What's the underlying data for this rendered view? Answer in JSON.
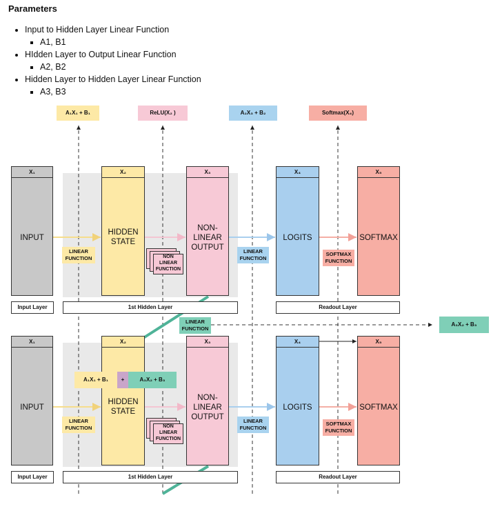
{
  "title": "Parameters",
  "params": [
    {
      "label": "Input to Hidden Layer Linear Function",
      "sub": "A1, B1"
    },
    {
      "label": "HIdden Layer to Output Linear Function",
      "sub": "A2, B2"
    },
    {
      "label": "Hidden Layer to Hidden Layer Linear Function",
      "sub": "A3, B3"
    }
  ],
  "top_boxes": {
    "a1": "A₁X₁ + B₁",
    "relu": "ReLU(X₂ )",
    "a2": "A₂X₃ + B₂",
    "softmax": "Softmax(X₄)"
  },
  "columns": {
    "x1": "X₁",
    "x2": "X₂",
    "x3": "X₃",
    "x4": "X₄",
    "x5": "X₅",
    "input": "INPUT",
    "hidden": "HIDDEN\nSTATE",
    "nonlinear": "NON-\nLINEAR\nOUTPUT",
    "logits": "LOGITS",
    "softmax": "SOFTMAX"
  },
  "tags": {
    "linear": "LINEAR\nFUNCTION",
    "softmax_fn": "SOFTMAX\nFUNCTION",
    "non_linear": "NON\nLINEAR\nFUNCTION"
  },
  "layers": {
    "input": "Input Layer",
    "hidden": "1st Hidden Layer",
    "readout": "Readout Layer"
  },
  "bottom": {
    "a1_term": "A₁X₁ + B₁",
    "plus": "+",
    "a3_term": "A₃X₂ + B₃"
  },
  "side_box": "A₃X₂ + B₃",
  "colors": {
    "input": "#c8c8c8",
    "hidden": "#fde9a6",
    "nonlinear": "#f7c9d6",
    "logits": "#a9cfee",
    "softmax": "#f7aea4",
    "teal": "#7fcfb7",
    "purple": "#c9a5c9"
  }
}
